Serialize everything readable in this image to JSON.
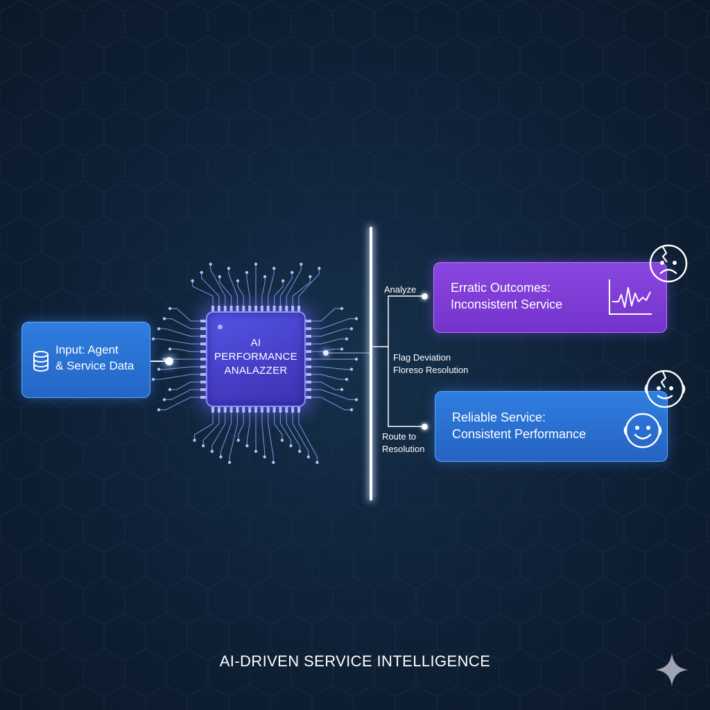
{
  "diagram": {
    "input_label": "Input: Agent\n& Service Data",
    "chip_label": "AI\nPERFORMANCE\nANALAZZER",
    "branch_labels": {
      "analyze": "Analyze",
      "flag": "Flag Deviation\nFloreso Resolution",
      "route": "Route to\nResolution"
    },
    "erratic_label": "Erratic Outcomes:\nInconsistent Service",
    "reliable_label": "Reliable Service:\nConsistent Performance",
    "footer_title": "AI-DRIVEN SERVICE INTELLIGENCE"
  },
  "icons": {
    "input": "database-icon",
    "erratic": "pulse-chart-icon",
    "erratic_face": "sad-face-icon",
    "reliable_face_top": "cracked-face-icon",
    "reliable": "smiling-face-icon",
    "watermark": "sparkle-icon"
  },
  "colors": {
    "background": "#10233a",
    "input_box": "#2a74d8",
    "chip": "#4a48d6",
    "erratic_box": "#7e3ed8",
    "reliable_box": "#2a6fd4",
    "line": "#ffffff"
  }
}
